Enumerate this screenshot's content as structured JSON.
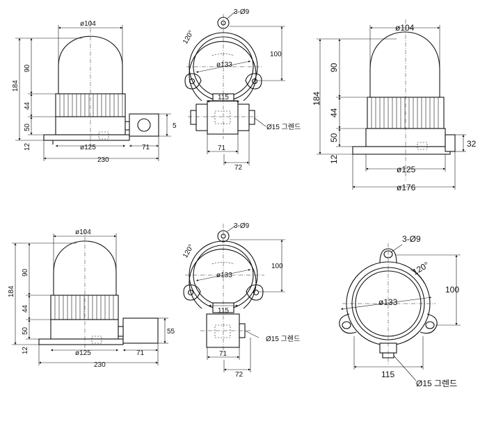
{
  "labels": {
    "dia104": "ø104",
    "dia125": "ø125",
    "dia133": "ø133",
    "dia176": "ø176",
    "h184": "184",
    "h90": "90",
    "h44": "44",
    "h50": "50",
    "h12": "12",
    "w230": "230",
    "w71": "71",
    "w72": "72",
    "h100": "100",
    "w115": "115",
    "h5": "5",
    "h32": "32",
    "h55": "55",
    "holes": "3-Ø9",
    "ang120": "120°",
    "gland": "Ø15 그렌드"
  }
}
